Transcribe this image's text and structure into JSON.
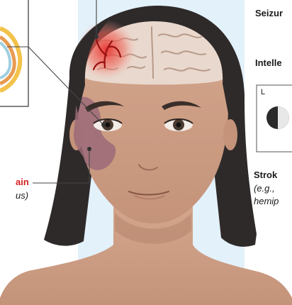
{
  "labels": {
    "seizures": "Seizur",
    "intellectual": "Intelle",
    "eye_side": "L",
    "stroke": "Strok",
    "stroke_eg": "(e.g., ",
    "stroke_hemi": "hemip",
    "pain": "ain",
    "pain_sub": "us)"
  },
  "colors": {
    "background_panel": "#e3f1fa",
    "skin": "#c99a80",
    "skin_shadow": "#b5856b",
    "hair": "#2f2a2a",
    "brain": "#e9d8cd",
    "highlight_red": "#d42020",
    "port_wine_stain": "#9b6a78"
  }
}
